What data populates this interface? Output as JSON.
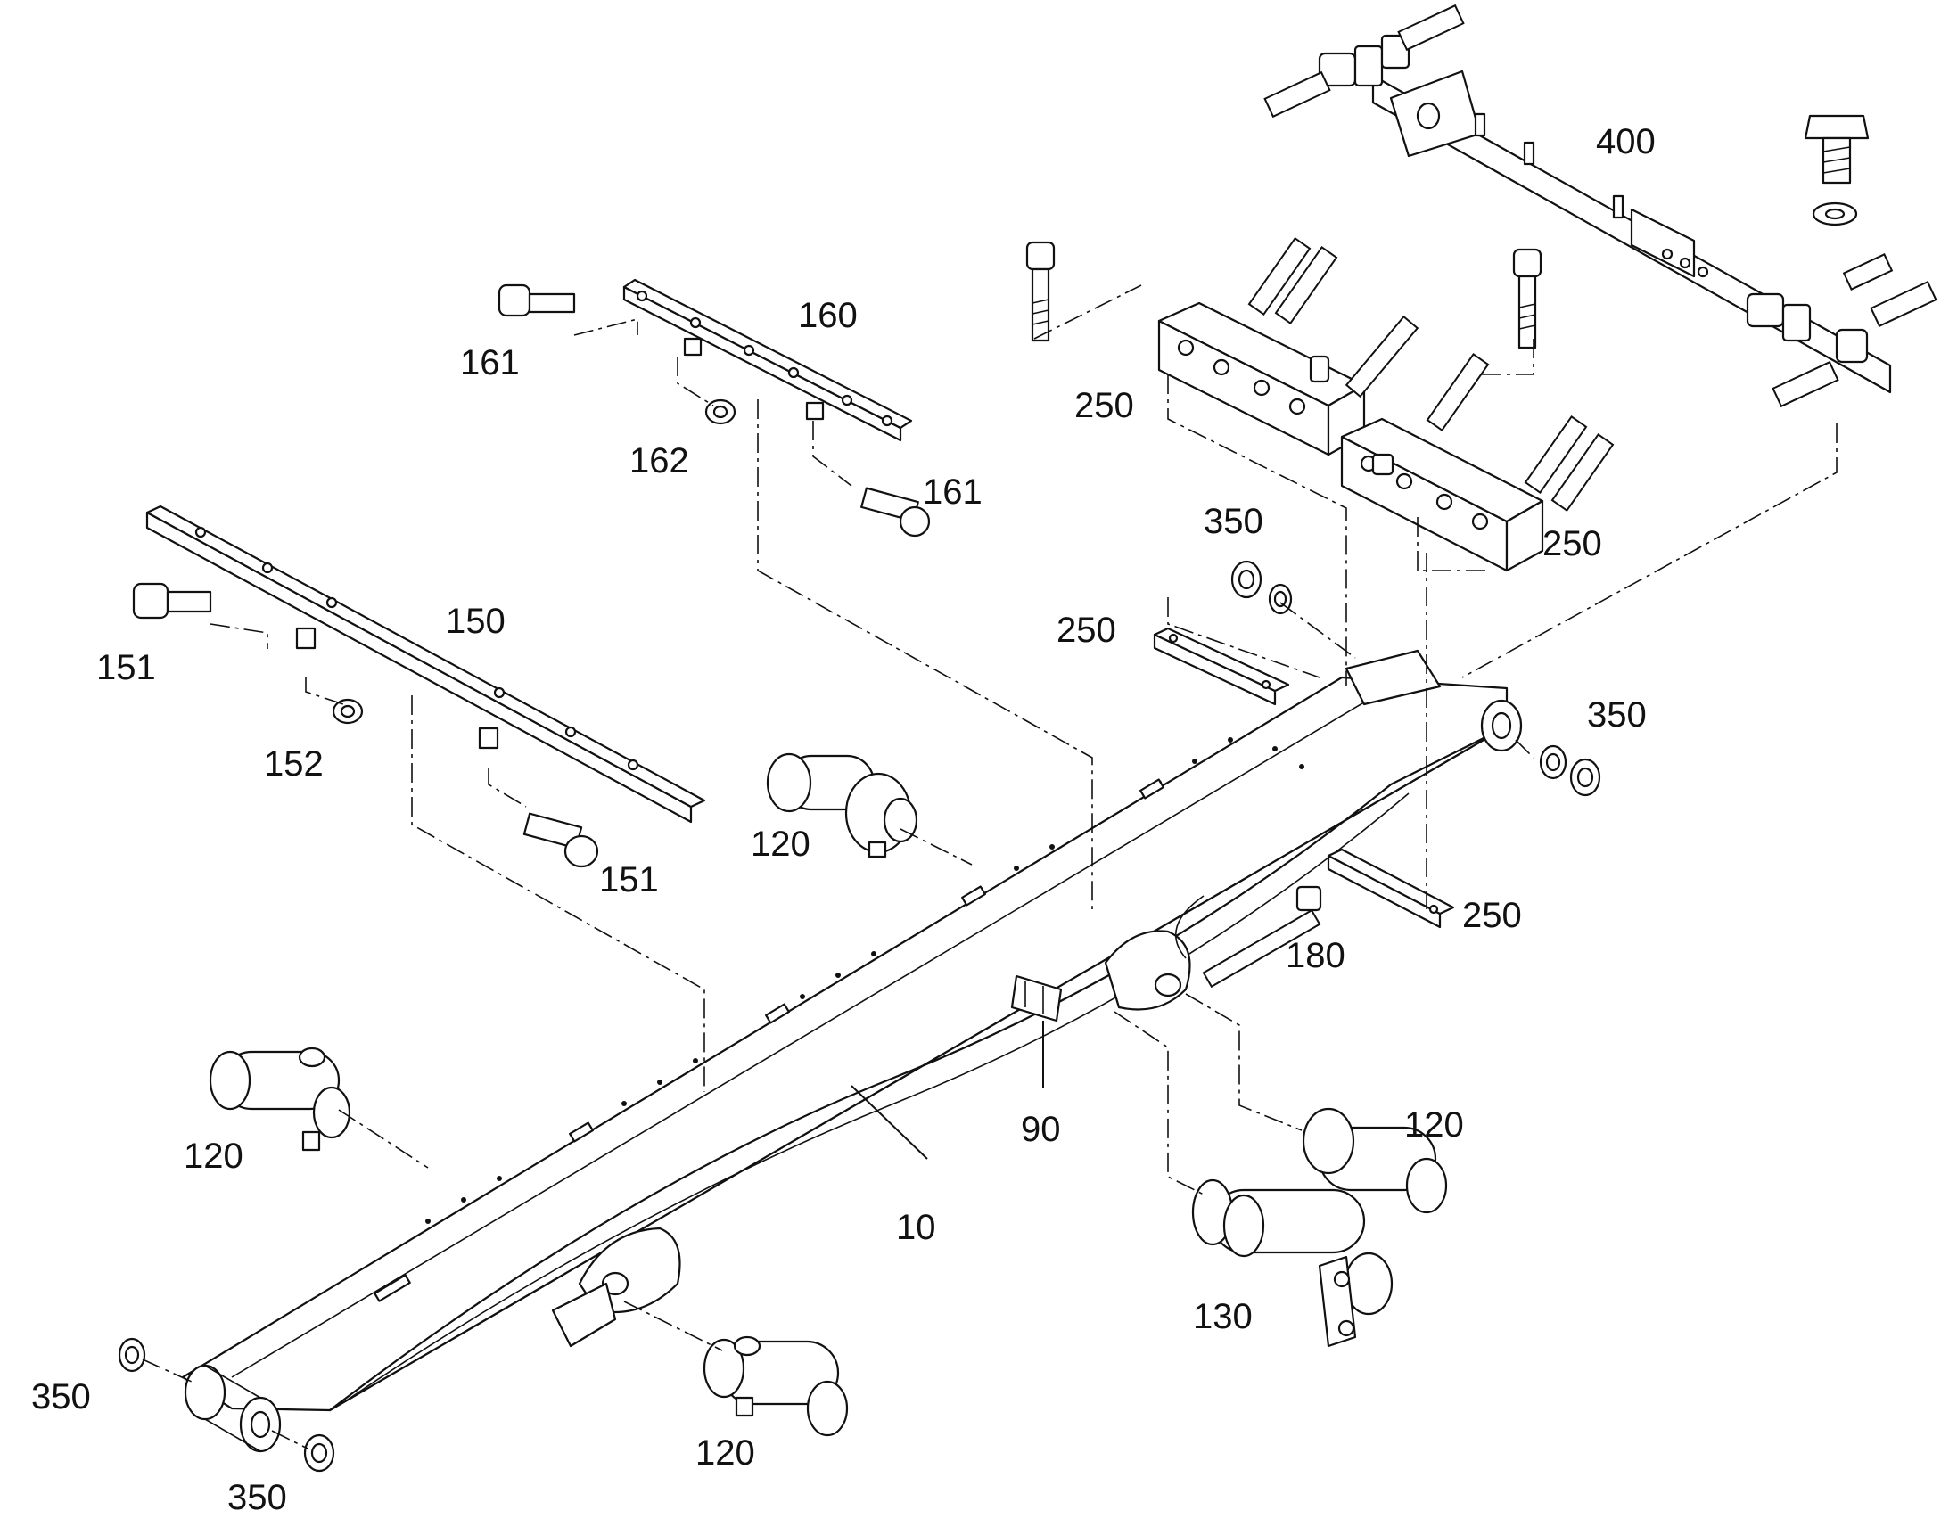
{
  "callouts": {
    "c400": "400",
    "c160": "160",
    "c161a": "161",
    "c161b": "161",
    "c162": "162",
    "c250a": "250",
    "c250b": "250",
    "c250c": "250",
    "c250d": "250",
    "c350a": "350",
    "c350b": "350",
    "c350c": "350",
    "c350d": "350",
    "c150": "150",
    "c151a": "151",
    "c151b": "151",
    "c152": "152",
    "c120a": "120",
    "c120b": "120",
    "c120c": "120",
    "c120d": "120",
    "c180": "180",
    "c90": "90",
    "c10": "10",
    "c130": "130"
  }
}
